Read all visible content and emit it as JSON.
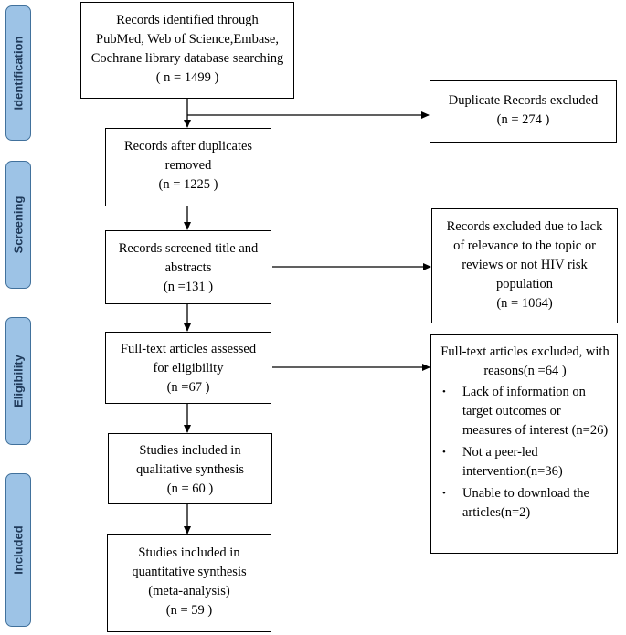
{
  "phases": {
    "identification": "Identification",
    "screening": "Screening",
    "eligibility": "Eligibility",
    "included": "Included"
  },
  "boxes": {
    "identified": {
      "lines": [
        "Records identified through",
        "PubMed, Web of Science,Embase,",
        "Cochrane library database searching",
        "( n = 1499 )"
      ]
    },
    "duplicates_excluded": {
      "lines": [
        "Duplicate Records excluded",
        "(n = 274 )"
      ]
    },
    "after_duplicates": {
      "lines": [
        "Records after duplicates",
        "removed",
        "(n = 1225 )"
      ]
    },
    "screened": {
      "lines": [
        "Records screened title and",
        "abstracts",
        "(n =131 )"
      ]
    },
    "screen_excluded": {
      "lines": [
        "Records excluded due to lack",
        "of relevance to the topic or",
        "reviews or not HIV risk",
        "population",
        "(n = 1064)"
      ]
    },
    "fulltext_assessed": {
      "lines": [
        "Full-text articles assessed",
        "for eligibility",
        "(n =67 )"
      ]
    },
    "fulltext_excluded": {
      "title_lines": [
        "Full-text articles excluded, with",
        "reasons(n =64 )"
      ],
      "reasons": [
        {
          "lines": [
            "Lack of information on",
            "target outcomes or",
            "measures of interest (n=26)"
          ]
        },
        {
          "lines": [
            "Not a peer-led",
            "intervention(n=36)"
          ]
        },
        {
          "lines": [
            "Unable to download the",
            "articles(n=2)"
          ]
        }
      ],
      "bullet": "•"
    },
    "qualitative": {
      "lines": [
        "Studies included in",
        "qualitative synthesis",
        "(n = 60 )"
      ]
    },
    "quantitative": {
      "lines": [
        "Studies included in",
        "quantitative synthesis",
        "(meta-analysis)",
        "(n = 59 )"
      ]
    }
  }
}
